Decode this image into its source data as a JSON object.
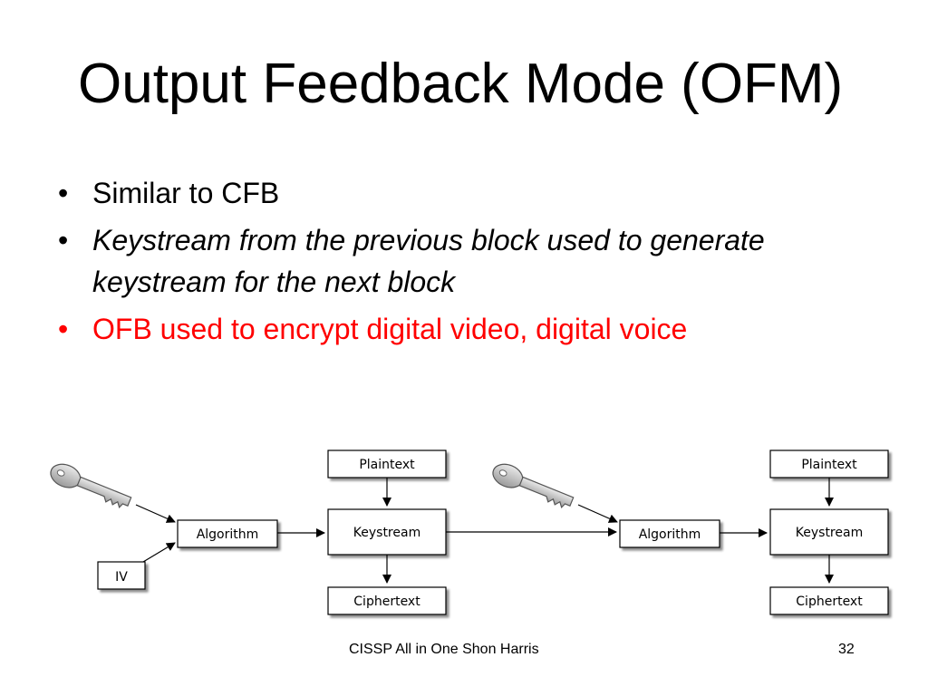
{
  "slide": {
    "title": "Output Feedback Mode (OFM)",
    "bullets": [
      {
        "text": "Similar to CFB",
        "style": "normal"
      },
      {
        "text": "Keystream from the previous block used to generate keystream for the next block",
        "style": "italic"
      },
      {
        "text": "OFB used to encrypt digital video, digital voice",
        "style": "red"
      }
    ],
    "bullet_glyph": "•",
    "highlight_color": "#ff0000"
  },
  "diagram": {
    "left_group": {
      "key_icon": "key-icon",
      "iv": "IV",
      "algorithm": "Algorithm",
      "plaintext": "Plaintext",
      "keystream": "Keystream",
      "ciphertext": "Ciphertext"
    },
    "right_group": {
      "key_icon": "key-icon",
      "algorithm": "Algorithm",
      "plaintext": "Plaintext",
      "keystream": "Keystream",
      "ciphertext": "Ciphertext"
    }
  },
  "footer": {
    "source": "CISSP All in One Shon Harris",
    "page_number": "32"
  }
}
